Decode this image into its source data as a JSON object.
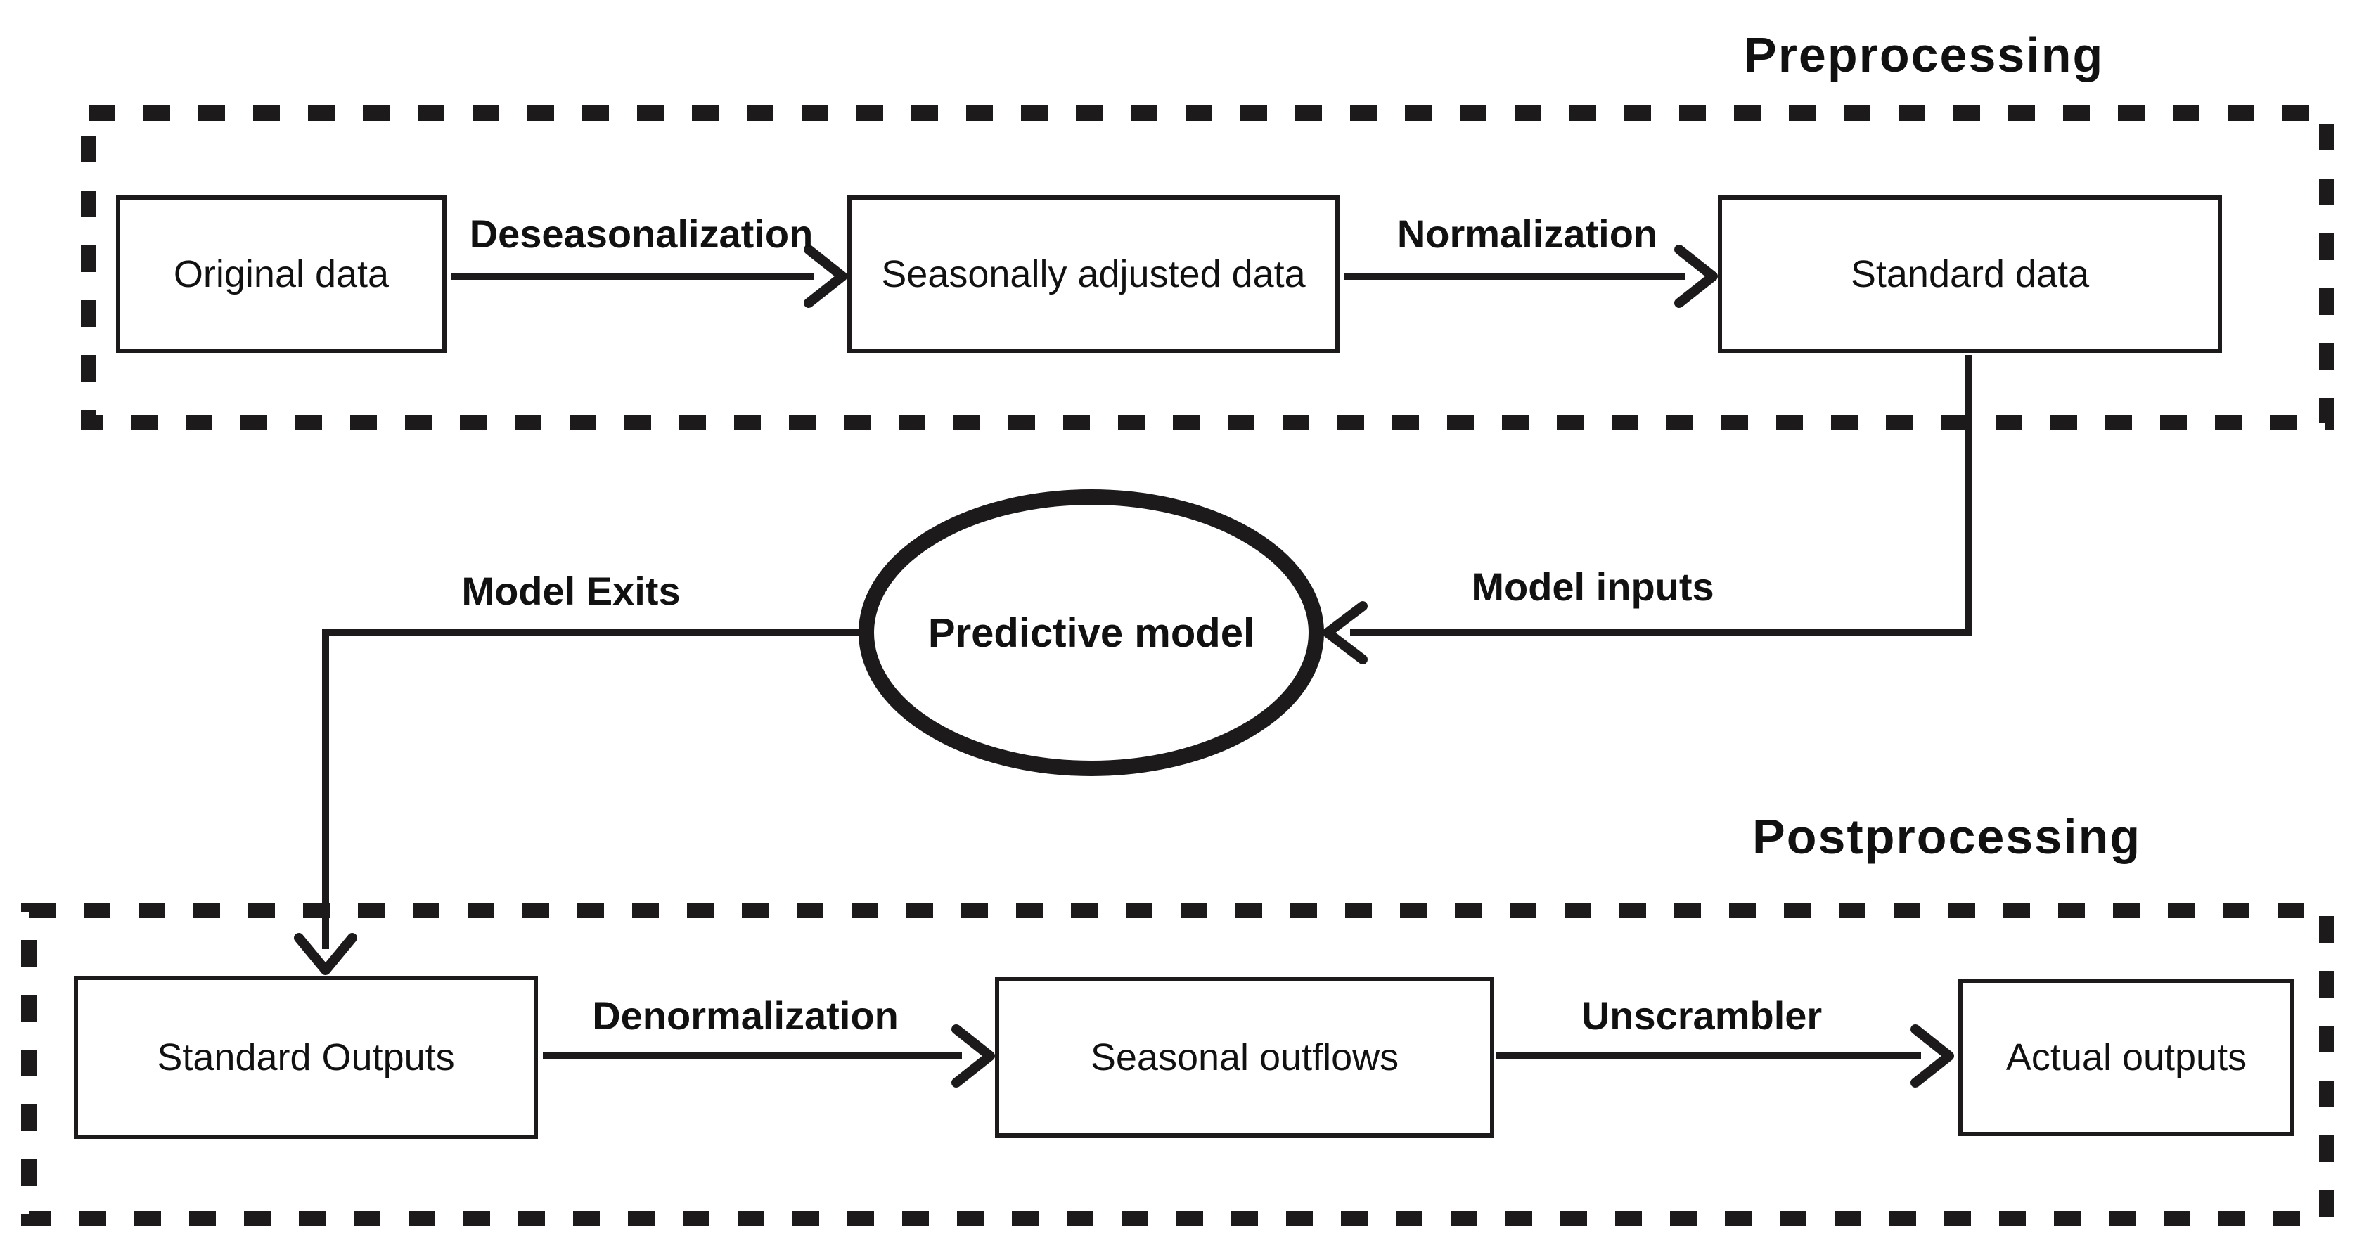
{
  "diagram": {
    "background": "#ffffff",
    "line_color": "#1d1a1b",
    "preprocessing": {
      "title": "Preprocessing",
      "nodes": {
        "original": "Original data",
        "adjusted": "Seasonally adjusted data",
        "standard": "Standard data"
      },
      "edges": {
        "deseasonalization": "Deseasonalization",
        "normalization": "Normalization"
      }
    },
    "model": {
      "label": "Predictive model",
      "inputs_label": "Model inputs",
      "exits_label": "Model Exits"
    },
    "postprocessing": {
      "title": "Postprocessing",
      "nodes": {
        "standard_outputs": "Standard Outputs",
        "seasonal_outflows": "Seasonal outflows",
        "actual_outputs": "Actual outputs"
      },
      "edges": {
        "denormalization": "Denormalization",
        "unscrambler": "Unscrambler"
      }
    }
  }
}
